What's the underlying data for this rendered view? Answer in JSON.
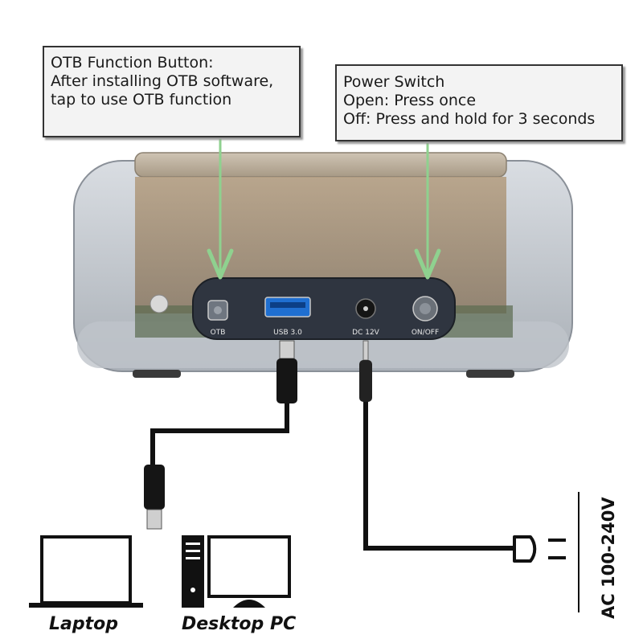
{
  "callouts": {
    "otb": {
      "line1": "OTB Function Button:",
      "line2": "After installing OTB software,",
      "line3": "tap to use OTB function"
    },
    "power": {
      "line1": "Power Switch",
      "line2": "Open: Press once",
      "line3": "Off: Press and hold for 3 seconds"
    }
  },
  "ports": {
    "otb": "OTB",
    "usb": "USB 3.0",
    "dc": "DC 12V",
    "onoff": "ON/OFF"
  },
  "devices": {
    "laptop": "Laptop",
    "desktop": "Desktop PC"
  },
  "power_label": "AC 100-240V",
  "colors": {
    "arrow": "#8fd18f",
    "cable": "#111111",
    "panel": "#2f3540",
    "usb_blue": "#1f6fd1",
    "callout_bg": "#f3f3f3"
  }
}
